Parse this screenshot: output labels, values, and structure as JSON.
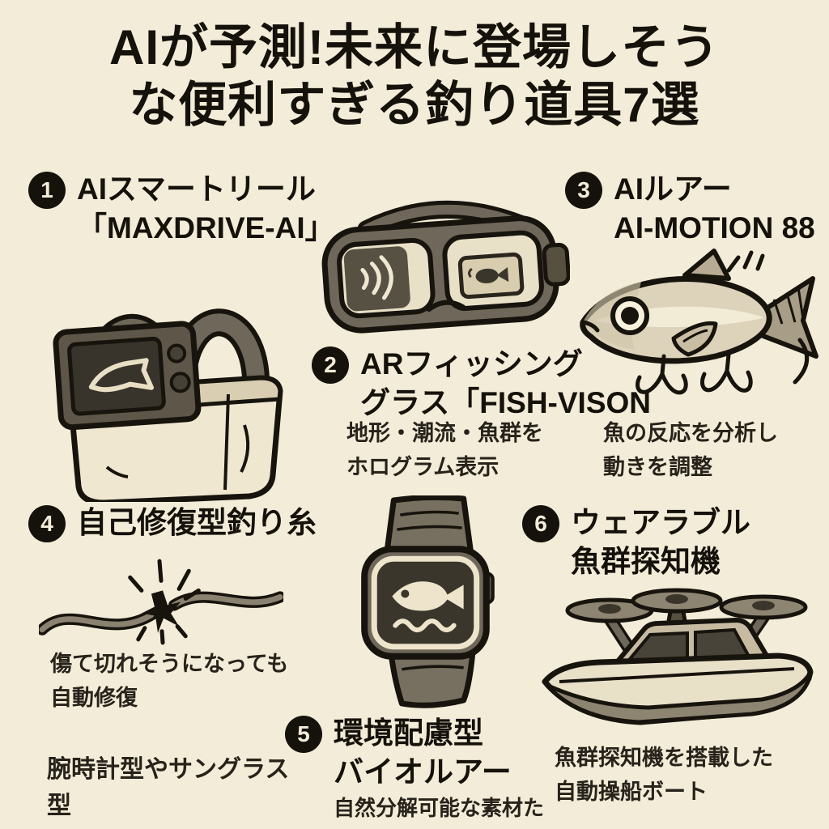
{
  "page": {
    "background_color": "#f2ecd8",
    "ink_color": "#15110b",
    "accent_gray": "#6e675a",
    "panel_cream": "#e9e0c8",
    "language": "ja"
  },
  "title": {
    "line1": "AIが予測!未来に登場しそう",
    "line2": "な便利すぎる釣り道具7選"
  },
  "items": [
    {
      "number": "1",
      "title_lines": [
        "AIスマートリール",
        "「MAXDRIVE-AI」"
      ],
      "description_lines": [],
      "illustration": "smart-reel-tote-bag-with-fishfinder-screen"
    },
    {
      "number": "2",
      "title_lines": [
        "ARフィッシング",
        "グラス「FISH-VISON"
      ],
      "description_lines": [
        "地形・潮流・魚群を",
        "ホログラム表示"
      ],
      "illustration": "ar-fishing-goggles"
    },
    {
      "number": "3",
      "title_lines": [
        "AIルアー",
        "AI-MOTION 88"
      ],
      "description_lines": [
        "魚の反応を分析し",
        "動きを調整"
      ],
      "illustration": "ai-lure-fish-with-treble-hooks"
    },
    {
      "number": "4",
      "title_lines": [
        "自己修復型釣り糸"
      ],
      "description_lines": [
        "傷て切れそうになっても",
        "自動修復"
      ],
      "illustration": "self-healing-fishing-line-spark"
    },
    {
      "number": "5",
      "title_lines": [
        "環境配慮型",
        "バイオルアー"
      ],
      "description_lines": [
        "自然分解可能な素材た"
      ],
      "illustration": "fish-icon-smartwatch"
    },
    {
      "number": "6",
      "title_lines": [
        "ウェアラブル",
        "魚群探知機"
      ],
      "description_lines": [
        "魚群探知機を搭載した",
        "自動操船ボート"
      ],
      "illustration": "drone-propeller-boat"
    }
  ],
  "footnote": {
    "lines": [
      "腕時計型やサングラス",
      "型"
    ]
  }
}
